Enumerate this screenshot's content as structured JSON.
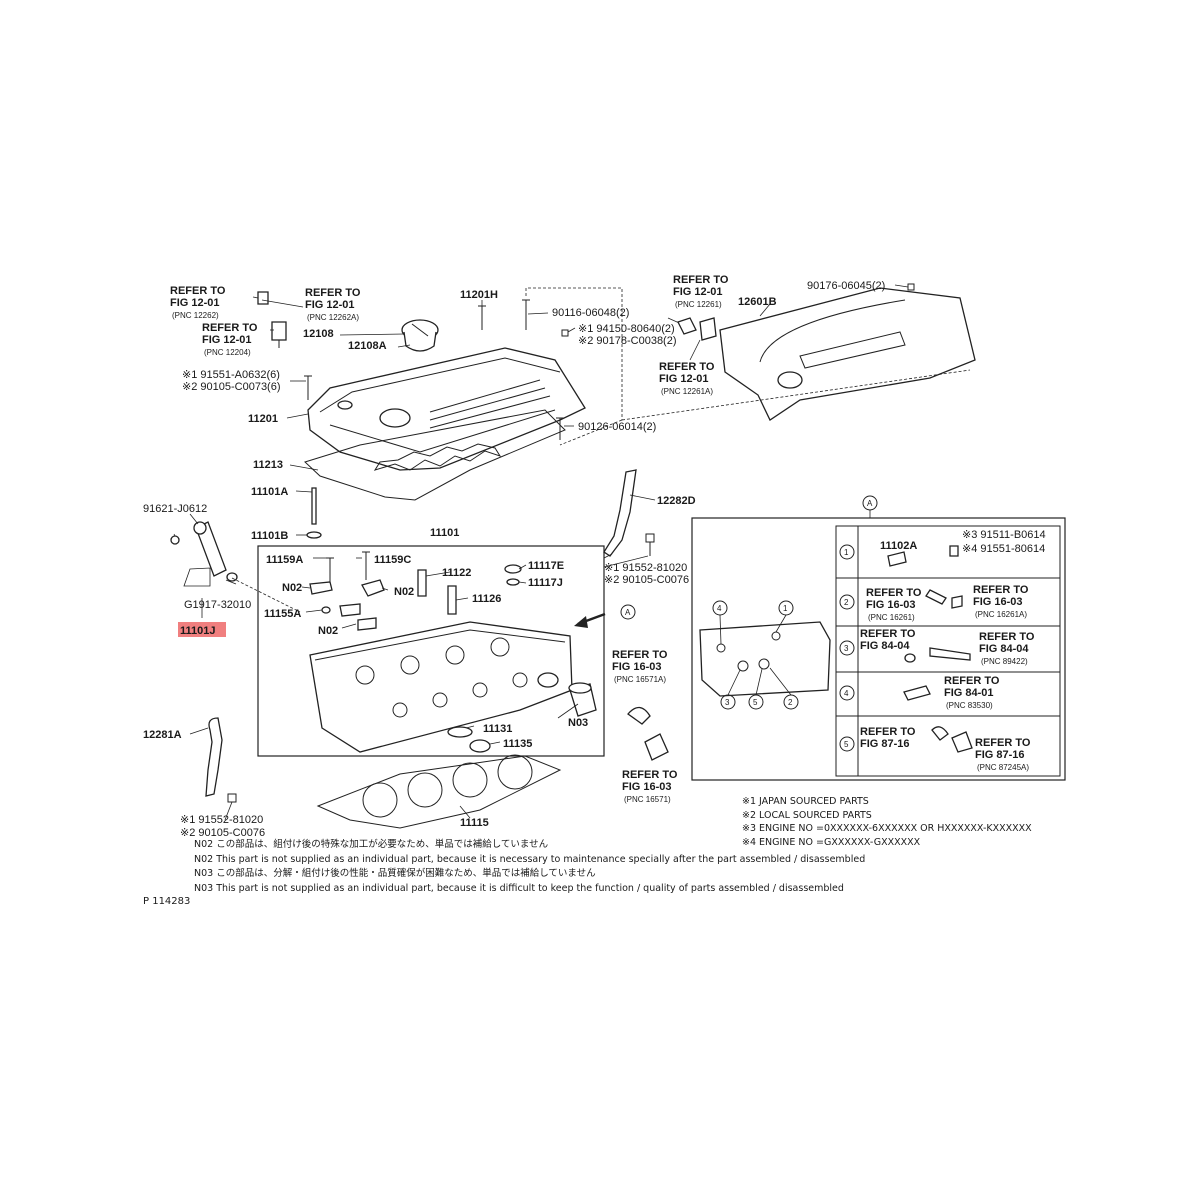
{
  "labels": {
    "refer_12262": [
      "REFER TO",
      "FIG 12-01",
      "(PNC 12262)"
    ],
    "refer_12262a": [
      "REFER TO",
      "FIG 12-01",
      "(PNC 12262A)"
    ],
    "refer_12204": [
      "REFER TO",
      "FIG 12-01",
      "(PNC 12204)"
    ],
    "p12108": "12108",
    "p12108a": "12108A",
    "p11201h": "11201H",
    "p90116": "90116-06048(2)",
    "p194150": "※1 94150-80640(2)",
    "p290178": "※2 90178-C0038(2)",
    "refer_12261": [
      "REFER TO",
      "FIG 12-01",
      "(PNC 12261)"
    ],
    "p12601b": "12601B",
    "p90176": "90176-06045(2)",
    "refer_12261a": [
      "REFER TO",
      "FIG 12-01",
      "(PNC 12261A)"
    ],
    "p191551": "※1 91551-A0632(6)",
    "p290105a": "※2 90105-C0073(6)",
    "p11201": "11201",
    "p90126": "90126-06014(2)",
    "p11213": "11213",
    "p11101a": "11101A",
    "p12282d": "12282D",
    "p91621": "91621-J0612",
    "p11101b": "11101B",
    "p11101": "11101",
    "p11159a": "11159A",
    "p11159c": "11159C",
    "p11122": "11122",
    "p11117e": "11117E",
    "p11117j": "11117J",
    "n02a": "N02",
    "n02b": "N02",
    "n02c": "N02",
    "p11126": "11126",
    "p11155a": "11155A",
    "p191552a": "※1 91552-81020",
    "p290105b": "※2 90105-C0076",
    "pg1917": "G1917-32010",
    "p11101j": "11101J",
    "circle_a": "A",
    "refer_16571a": [
      "REFER TO",
      "FIG 16-03",
      "(PNC 16571A)"
    ],
    "n03": "N03",
    "p11131": "11131",
    "p11135": "11135",
    "p12281a": "12281A",
    "refer_16571": [
      "REFER TO",
      "FIG 16-03",
      "(PNC 16571)"
    ],
    "p11115": "11115",
    "p191552b": "※1 91552-81020",
    "p290105c": "※2 90105-C0076",
    "detail": {
      "row1_part": "11102A",
      "row1_s3": "※3 91511-B0614",
      "row1_s4": "※4 91551-80614",
      "row2_left": [
        "REFER TO",
        "FIG 16-03",
        "(PNC 16261)"
      ],
      "row2_right": [
        "REFER TO",
        "FIG 16-03",
        "(PNC 16261A)"
      ],
      "row3_left": [
        "REFER TO",
        "FIG 84-04"
      ],
      "row3_right": [
        "REFER TO",
        "FIG 84-04",
        "(PNC 89422)"
      ],
      "row4": [
        "REFER TO",
        "FIG 84-01",
        "(PNC 83530)"
      ],
      "row5_left": [
        "REFER TO",
        "FIG 87-16"
      ],
      "row5_right": [
        "REFER TO",
        "FIG 87-16",
        "(PNC 87245A)"
      ],
      "nums": [
        "1",
        "2",
        "3",
        "4",
        "5"
      ]
    }
  },
  "source_notes": [
    "※1 JAPAN SOURCED PARTS",
    "※2 LOCAL SOURCED PARTS",
    "※3 ENGINE NO =0XXXXXX-6XXXXXX OR HXXXXXX-KXXXXXX",
    "※4 ENGINE NO =GXXXXXX-GXXXXXX"
  ],
  "notes": [
    "N02  この部品は、組付け後の特殊な加工が必要なため、単品では補給していません",
    "N02  This part is not supplied as an individual part, because it is necessary to maintenance specially after the part assembled / disassembled",
    "N03  この部品は、分解・組付け後の性能・品質確保が困難なため、単品では補給していません",
    "N03  This part is not supplied as an individual part, because it is difficult to keep the function / quality of parts  assembled / disassembled"
  ],
  "ref_no": "P  114283",
  "colors": {
    "highlight": "#f07f7f",
    "line": "#222222"
  }
}
